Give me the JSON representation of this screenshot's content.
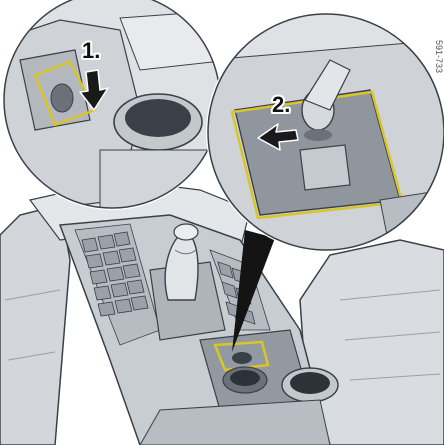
{
  "illustration": {
    "callouts": [
      {
        "number": "1."
      },
      {
        "number": "2."
      }
    ],
    "reference_code": "591-733",
    "colors": {
      "highlight_outline": "#d8c52a",
      "arrow": "#1a1a1a",
      "line_art": "#3a4048",
      "fill_light": "#e7e9ec",
      "fill_mid": "#c9cdd2",
      "fill_dark": "#8e949b"
    }
  }
}
